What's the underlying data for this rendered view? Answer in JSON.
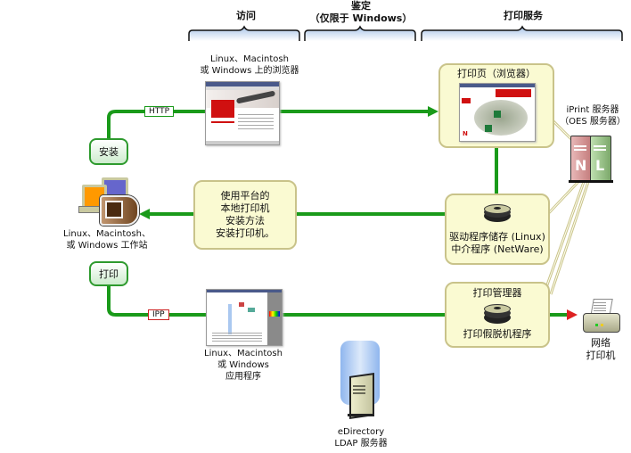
{
  "headers": {
    "access": "访问",
    "auth_line1": "鉴定",
    "auth_line2": "（仅限于 Windows）",
    "print_services": "打印服务"
  },
  "colors": {
    "flow_green": "#1a9a1a",
    "bubble_fill": "#fafad2",
    "bubble_border": "#c9c38a",
    "arrow_red": "#dd2222",
    "bracket_blue": "#b8d0ec"
  },
  "browser": {
    "label_line1": "Linux、Macintosh",
    "label_line2": "或 Windows 上的浏览器"
  },
  "install_button": "安装",
  "http_tag": "HTTP",
  "print_page": {
    "title": "打印页（浏览器）"
  },
  "iprint_server": {
    "label_line1": "iPrint 服务器",
    "label_line2": "（OES 服务器）"
  },
  "workstation": {
    "label_line1": "Linux、Macintosh、",
    "label_line2": "或 Windows 工作站"
  },
  "install_method": {
    "line1": "使用平台的",
    "line2": "本地打印机",
    "line3": "安装方法",
    "line4": "安装打印机。"
  },
  "driver_store": {
    "line1": "驱动程序储存 (Linux)",
    "line2": "中介程序 (NetWare)"
  },
  "print_button": "打印",
  "ipp_tag": "IPP",
  "application": {
    "label_line1": "Linux、Macintosh",
    "label_line2": "或 Windows",
    "label_line3": "应用程序"
  },
  "print_manager": {
    "title": "打印管理器",
    "spooler": "打印假脱机程序"
  },
  "network_printer": {
    "label_line1": "网络",
    "label_line2": "打印机"
  },
  "edirectory": {
    "label_line1": "eDirectory",
    "label_line2": "LDAP 服务器"
  }
}
